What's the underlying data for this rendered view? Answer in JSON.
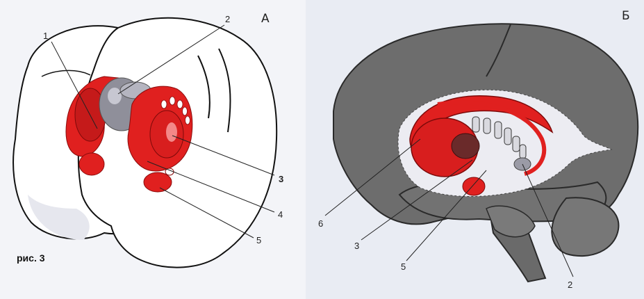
{
  "panel_a": {
    "letter": "А",
    "caption": "рис. 3",
    "labels": [
      "1",
      "2",
      "3",
      "4",
      "5"
    ]
  },
  "panel_b": {
    "letter": "Б",
    "labels": [
      "6",
      "3",
      "5",
      "2"
    ]
  },
  "colors": {
    "structure_red": "#e0201f",
    "dark_red": "#a50f10",
    "hemisphere_white": "#ffffff",
    "hemisphere_shade": "#eeeef3",
    "brain_grey": "#6d6d6d",
    "cavity_grey": "#9b9ba6",
    "background_tint": "#e8ebf2"
  }
}
